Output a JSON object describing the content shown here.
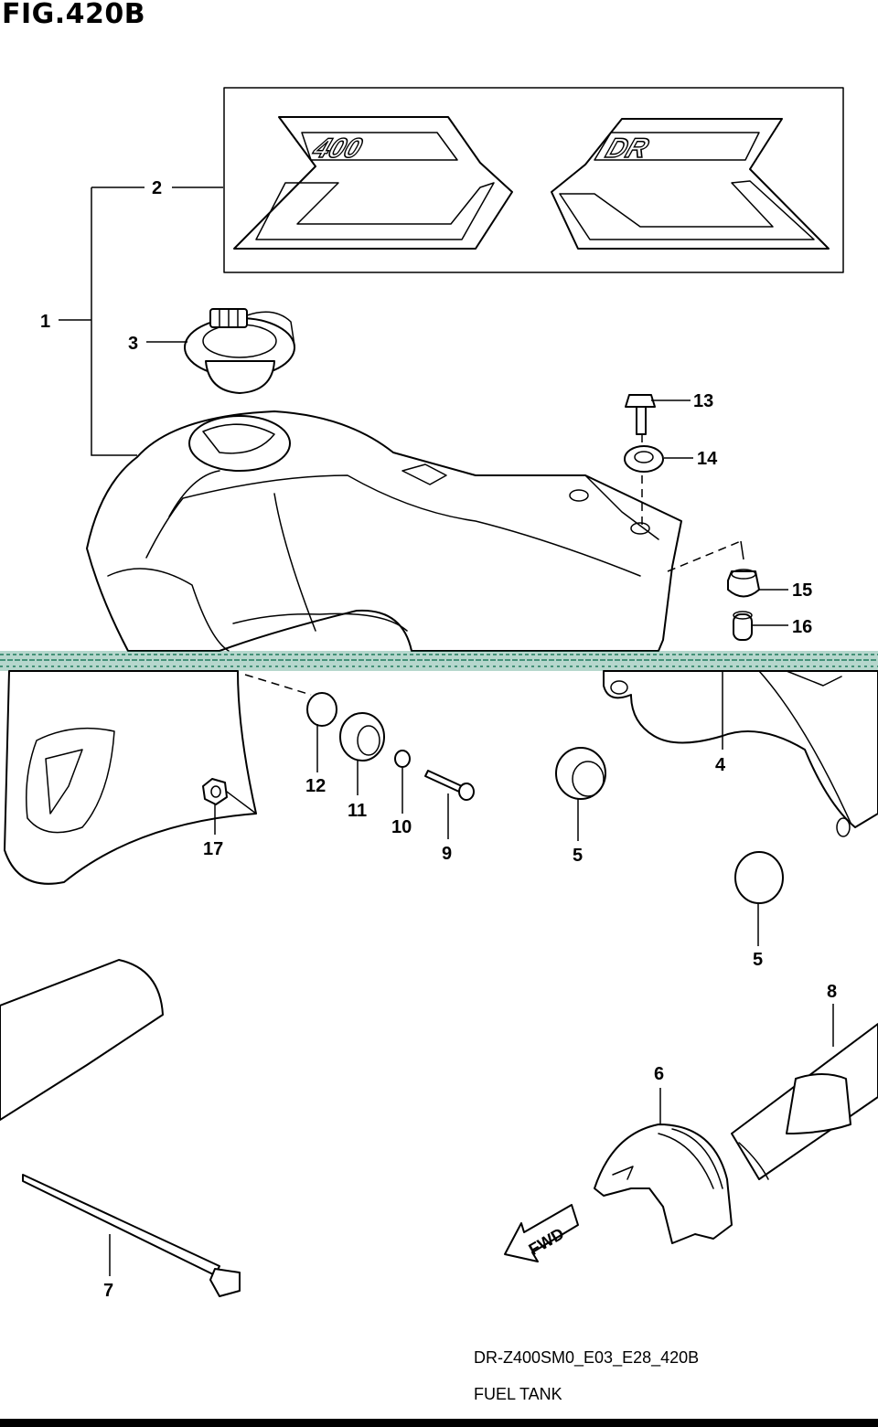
{
  "figure": {
    "title": "FIG.420B",
    "model_code": "DR-Z400SM0_E03_E28_420B",
    "caption": "FUEL TANK"
  },
  "decals": {
    "left_text": "400",
    "right_text": "DR"
  },
  "fwd_arrow": {
    "label": "FWD"
  },
  "callouts": [
    {
      "number": "1"
    },
    {
      "number": "2"
    },
    {
      "number": "3"
    },
    {
      "number": "4"
    },
    {
      "number": "5"
    },
    {
      "number": "5"
    },
    {
      "number": "6"
    },
    {
      "number": "7"
    },
    {
      "number": "8"
    },
    {
      "number": "9"
    },
    {
      "number": "10"
    },
    {
      "number": "11"
    },
    {
      "number": "12"
    },
    {
      "number": "13"
    },
    {
      "number": "14"
    },
    {
      "number": "15"
    },
    {
      "number": "16"
    },
    {
      "number": "17"
    }
  ],
  "colors": {
    "line": "#000000",
    "background": "#ffffff",
    "scan_artifact": "#2e8b6f"
  }
}
